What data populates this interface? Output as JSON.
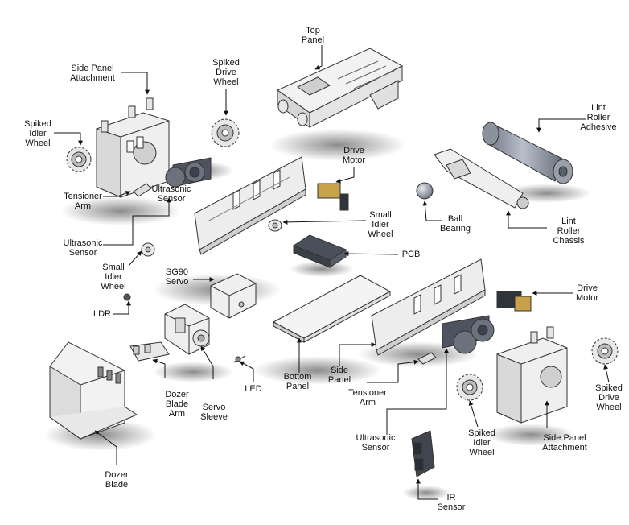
{
  "diagram": {
    "labels": {
      "top_panel": [
        "Top",
        "Panel"
      ],
      "side_panel_attachment_left": [
        "Side Panel",
        "Attachment"
      ],
      "spiked_drive_wheel_left": [
        "Spiked",
        "Drive",
        "Wheel"
      ],
      "spiked_idler_wheel_left": [
        "Spiked",
        "Idler",
        "Wheel"
      ],
      "lint_roller_adhesive": [
        "Lint",
        "Roller",
        "Adhesive"
      ],
      "drive_motor_top": [
        "Drive",
        "Motor"
      ],
      "tensioner_arm_left": [
        "Tensioner",
        "Arm"
      ],
      "ultrasonic_sensor_inline": [
        "Ultrasonic",
        "Sensor"
      ],
      "ultrasonic_sensor_left": [
        "Ultrasonic",
        "Sensor"
      ],
      "small_idler_wheel_center": [
        "Small",
        "Idler",
        "Wheel"
      ],
      "ball_bearing": [
        "Ball",
        "Bearing"
      ],
      "lint_roller_chassis": [
        "Lint",
        "Roller",
        "Chassis"
      ],
      "small_idler_wheel_left": [
        "Small",
        "Idler",
        "Wheel"
      ],
      "pcb": [
        "PCB"
      ],
      "sg90_servo": [
        "SG90",
        "Servo"
      ],
      "drive_motor_right": [
        "Drive",
        "Motor"
      ],
      "ldr": [
        "LDR"
      ],
      "dozer_blade_arm": [
        "Dozer",
        "Blade",
        "Arm"
      ],
      "servo_sleeve": [
        "Servo",
        "Sleeve"
      ],
      "led": [
        "LED"
      ],
      "bottom_panel": [
        "Bottom",
        "Panel"
      ],
      "side_panel": [
        "Side",
        "Panel"
      ],
      "tensioner_arm_right": [
        "Tensioner",
        "Arm"
      ],
      "ultrasonic_sensor_bottom": [
        "Ultrasonic",
        "Sensor"
      ],
      "spiked_idler_wheel_right": [
        "Spiked",
        "Idler",
        "Wheel"
      ],
      "side_panel_attachment_right": [
        "Side Panel",
        "Attachment"
      ],
      "spiked_drive_wheel_right": [
        "Spiked",
        "Drive",
        "Wheel"
      ],
      "dozer_blade": [
        "Dozer",
        "Blade"
      ],
      "ir_sensor": [
        "IR",
        "Sensor"
      ]
    }
  }
}
